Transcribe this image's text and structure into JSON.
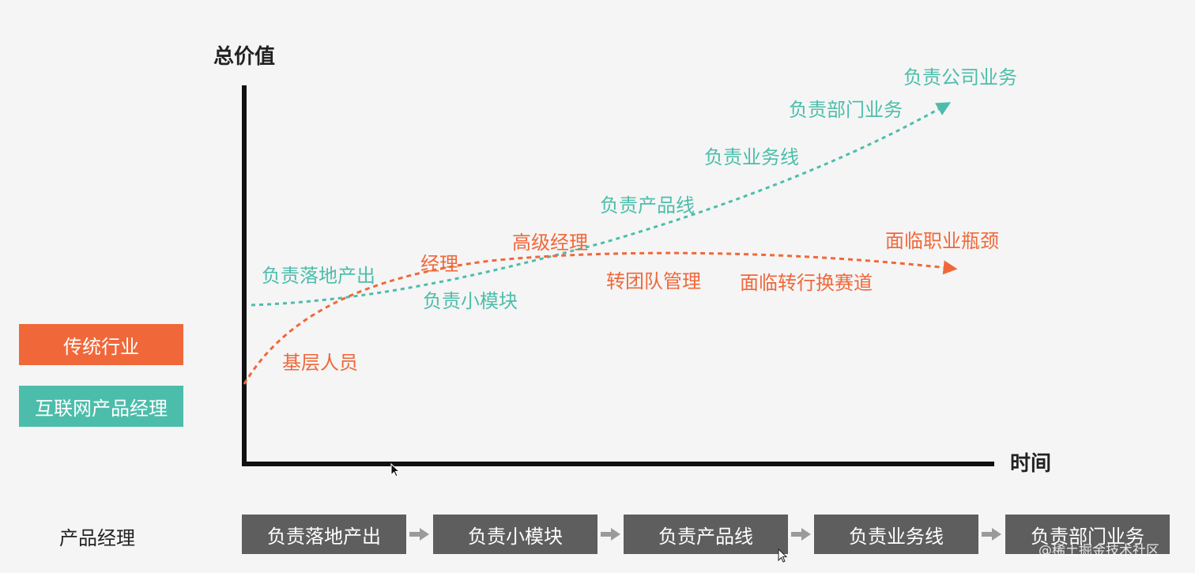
{
  "diagram": {
    "y_axis_label": "总价值",
    "x_axis_label": "时间",
    "colors": {
      "traditional": "#f0683a",
      "internet": "#4dbdab",
      "axis": "#111111",
      "step_box": "#5e5e5e",
      "step_arrow": "#9a9a9a"
    },
    "internet_path_labels": [
      "负责落地产出",
      "负责小模块",
      "负责产品线",
      "负责业务线",
      "负责部门业务",
      "负责公司业务"
    ],
    "traditional_path_labels": [
      "基层人员",
      "经理",
      "高级经理",
      "转团队管理",
      "面临转行换赛道",
      "面临职业瓶颈"
    ]
  },
  "legend": {
    "traditional": "传统行业",
    "internet": "互联网产品经理"
  },
  "pm_row": {
    "label": "产品经理",
    "steps": [
      "负责落地产出",
      "负责小模块",
      "负责产品线",
      "负责业务线",
      "负责部门业务"
    ]
  },
  "watermark": "@稀土掘金技术社区"
}
